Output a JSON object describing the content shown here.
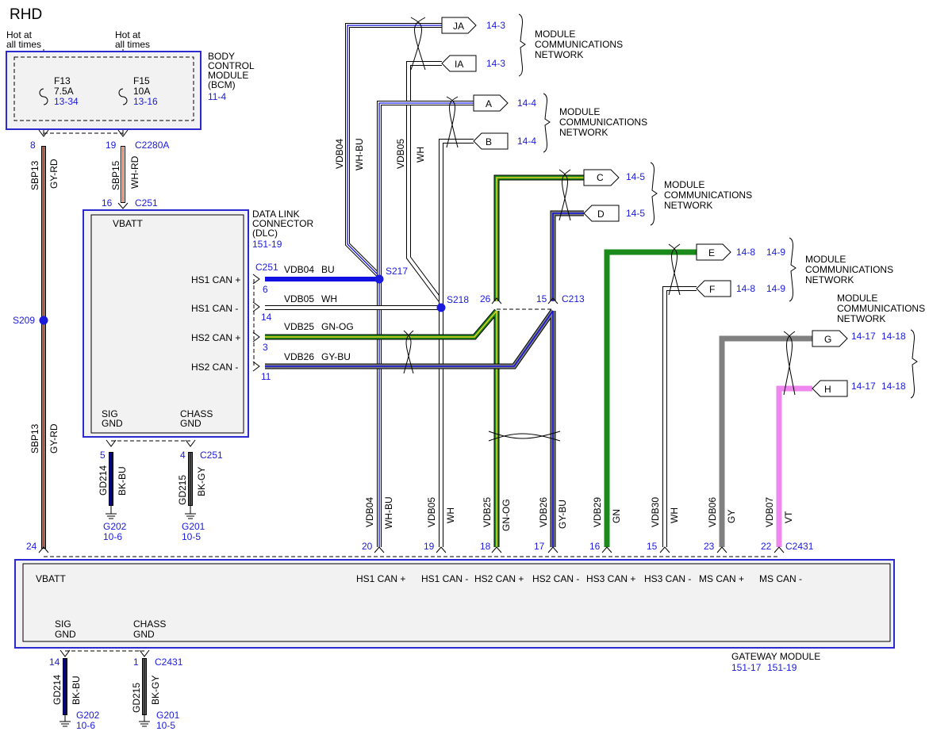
{
  "title": "RHD",
  "colors": {
    "module_border": "#2a2ad0",
    "label_blue": "#1a1adc",
    "BU": "#1010e0",
    "WH": "#ffffff",
    "GN": "#1a8a1a",
    "GY": "#808080",
    "VT": "#ee88ee",
    "OG": "#e6d020",
    "RD": "#d04020",
    "BK": "#000000"
  },
  "top_power": [
    {
      "label_1": "Hot at",
      "label_2": "all times"
    },
    {
      "label_1": "Hot at",
      "label_2": "all times"
    }
  ],
  "bcm": {
    "name_lines": [
      "BODY",
      "CONTROL",
      "MODULE",
      "(BCM)"
    ],
    "page_ref": "11-4",
    "fuses": [
      {
        "id": "F13",
        "rating": "7.5A",
        "ref": "13-34"
      },
      {
        "id": "F15",
        "rating": "10A",
        "ref": "13-16"
      }
    ],
    "pins": {
      "left": "8",
      "right": "19"
    },
    "connector": "C2280A"
  },
  "left_circuits": {
    "top_circuit": "SBP13",
    "top_color": "GY-RD",
    "splice": "S209",
    "bottom_circuit": "SBP13",
    "bottom_color": "GY-RD",
    "sbp15_circuit": "SBP15",
    "sbp15_color": "WH-RD"
  },
  "dlc": {
    "name_lines": [
      "DATA LINK",
      "CONNECTOR",
      "(DLC)"
    ],
    "page_ref": "151-19",
    "vbatt_pin": "16",
    "vbatt_connector": "C251",
    "vbatt_label": "VBATT",
    "pins": [
      {
        "label": "HS1 CAN +",
        "pin": "6"
      },
      {
        "label": "HS1 CAN -",
        "pin": "14"
      },
      {
        "label": "HS2 CAN +",
        "pin": "3"
      },
      {
        "label": "HS2 CAN -",
        "pin": "11"
      }
    ],
    "pin_connector": "C251",
    "sig_gnd": [
      "SIG",
      "GND"
    ],
    "chass_gnd": [
      "CHASS",
      "GND"
    ],
    "ground_pins": [
      "5",
      "4"
    ],
    "ground_connector": "C251"
  },
  "dlc_wires": [
    {
      "circuit": "VDB04",
      "color": "BU"
    },
    {
      "circuit": "VDB05",
      "color": "WH"
    },
    {
      "circuit": "VDB25",
      "color": "GN-OG"
    },
    {
      "circuit": "VDB26",
      "color": "GY-BU"
    }
  ],
  "splices": {
    "s217": "S217",
    "s218": "S218"
  },
  "c213": {
    "pin_left": "26",
    "pin_right": "15",
    "connector": "C213"
  },
  "upper_vertical_labels": [
    {
      "circuit": "VDB04",
      "color": "WH-BU"
    },
    {
      "circuit": "VDB05",
      "color": "WH"
    }
  ],
  "network_tags": [
    {
      "tag": "JA",
      "refs": [
        "14-3"
      ]
    },
    {
      "tag": "IA",
      "refs": [
        "14-3"
      ]
    },
    {
      "tag": "A",
      "refs": [
        "14-4"
      ]
    },
    {
      "tag": "B",
      "refs": [
        "14-4"
      ]
    },
    {
      "tag": "C",
      "refs": [
        "14-5"
      ]
    },
    {
      "tag": "D",
      "refs": [
        "14-5"
      ]
    },
    {
      "tag": "E",
      "refs": [
        "14-8",
        "14-9"
      ]
    },
    {
      "tag": "F",
      "refs": [
        "14-8",
        "14-9"
      ]
    },
    {
      "tag": "G",
      "refs": [
        "14-17",
        "14-18"
      ]
    },
    {
      "tag": "H",
      "refs": [
        "14-17",
        "14-18"
      ]
    }
  ],
  "network_label_lines": [
    "MODULE",
    "COMMUNICATIONS",
    "NETWORK"
  ],
  "network_brace_count": 5,
  "gateway_wires": [
    {
      "circuit": "VDB04",
      "color": "WH-BU",
      "pin": "20",
      "label": "HS1 CAN +"
    },
    {
      "circuit": "VDB05",
      "color": "WH",
      "pin": "19",
      "label": "HS1 CAN -"
    },
    {
      "circuit": "VDB25",
      "color": "GN-OG",
      "pin": "18",
      "label": "HS2 CAN +"
    },
    {
      "circuit": "VDB26",
      "color": "GY-BU",
      "pin": "17",
      "label": "HS2 CAN -"
    },
    {
      "circuit": "VDB29",
      "color": "GN",
      "pin": "16",
      "label": "HS3 CAN +"
    },
    {
      "circuit": "VDB30",
      "color": "WH",
      "pin": "15",
      "label": "HS3 CAN -"
    },
    {
      "circuit": "VDB06",
      "color": "GY",
      "pin": "23",
      "label": "MS CAN +"
    },
    {
      "circuit": "VDB07",
      "color": "VT",
      "pin": "22",
      "label": "MS CAN -"
    }
  ],
  "gateway": {
    "name": "GATEWAY MODULE",
    "refs": [
      "151-17",
      "151-19"
    ],
    "vbatt_label": "VBATT",
    "vbatt_pin": "24",
    "connector": "C2431",
    "sig_gnd": [
      "SIG",
      "GND"
    ],
    "chass_gnd": [
      "CHASS",
      "GND"
    ],
    "ground_pins": [
      "14",
      "1"
    ],
    "ground_connector": "C2431"
  },
  "grounds": [
    {
      "circuit": "GD214",
      "color": "BK-BU",
      "point": "G202",
      "ref": "10-6"
    },
    {
      "circuit": "GD215",
      "color": "BK-GY",
      "point": "G201",
      "ref": "10-5"
    },
    {
      "circuit": "GD214",
      "color": "BK-BU",
      "point": "G202",
      "ref": "10-6"
    },
    {
      "circuit": "GD215",
      "color": "BK-GY",
      "point": "G201",
      "ref": "10-5"
    }
  ]
}
